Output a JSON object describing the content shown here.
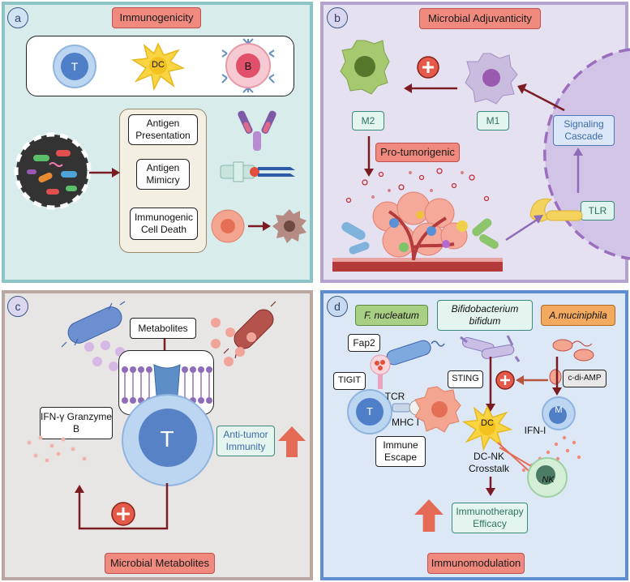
{
  "panel_a": {
    "letter": "a",
    "title": "Immunogenicity",
    "cells": {
      "t_cell": "T",
      "dc": "DC",
      "b_cell": "B"
    },
    "mechanisms": [
      "Antigen Presentation",
      "Antigen Mimicry",
      "Immunogenic Cell Death"
    ]
  },
  "panel_b": {
    "letter": "b",
    "title": "Microbial Adjuvanticity",
    "m2": "M2",
    "m1": "M1",
    "pro_tumorigenic": "Pro-tumorigenic",
    "signaling_cascade": "Signaling Cascade",
    "tlr": "TLR"
  },
  "panel_c": {
    "letter": "c",
    "title": "Microbial Metabolites",
    "metabolites": "Metabolites",
    "ifn_granzyme": "IFN-γ Granzyme B",
    "t_cell": "T",
    "anti_tumor": "Anti-tumor Immunity"
  },
  "panel_d": {
    "letter": "d",
    "title": "Immunomodulation",
    "f_nucleatum": "F. nucleatum",
    "bifidobacterium": "Bifidobacterium bifidum",
    "a_muciniphila": "A.muciniphila",
    "fap2": "Fap2",
    "tigit": "TIGIT",
    "sting": "STING",
    "c_di_amp": "c-di-AMP",
    "tcr": "TCR",
    "mhc": "MHC I",
    "t_cell": "T",
    "dc": "DC",
    "macrophage": "M",
    "ifn_i": "IFN-I",
    "immune_escape": "Immune Escape",
    "dc_nk": "DC-NK Crosstalk",
    "nk": "NK",
    "efficacy": "Immunotherapy Efficacy"
  },
  "colors": {
    "panel_a_bg": "#d8ecec",
    "panel_a_border": "#8cc3c5",
    "panel_b_bg": "#e6e1f1",
    "panel_b_border": "#b3a4cf",
    "panel_c_bg": "#e8e6e4",
    "panel_c_border": "#bba7a2",
    "panel_d_bg": "#dce8f5",
    "panel_d_border": "#5f8ed0",
    "title_fill": "#f08a7e",
    "arrow": "#7a1c22"
  }
}
